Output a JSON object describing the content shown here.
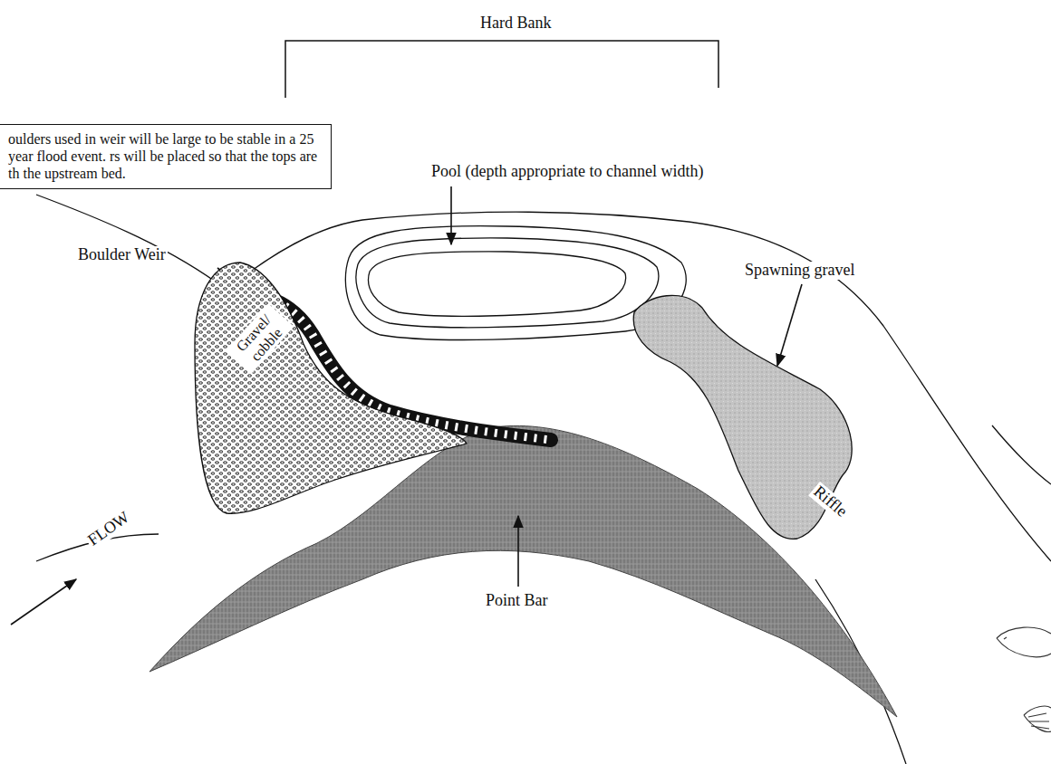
{
  "diagram": {
    "nodes": [
      {
        "text": [
          "oulders used in weir will be large to be stable in a 25 year flood event. rs will be placed so that the tops are th the upstream bed."
        ]
      },
      {
        "text": [
          "Gravel/ cobble"
        ]
      }
    ],
    "edges": [],
    "labels": [
      "Hard Bank",
      "Pool (depth appropriate to channel width)",
      "Boulder Weir",
      "Spawning gravel",
      "Riffle",
      "Point Bar",
      "FLOW"
    ]
  }
}
